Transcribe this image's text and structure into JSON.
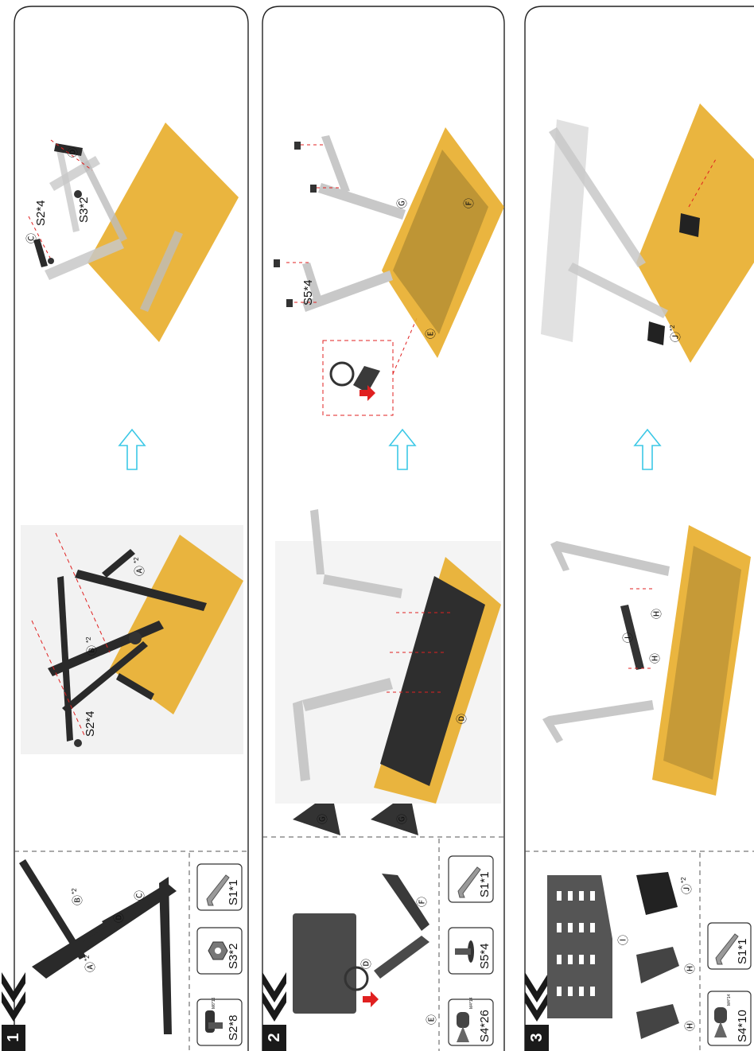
{
  "colors": {
    "panel_border": "#222222",
    "tabletop": "#e8ad2a",
    "frame_dark": "#2a2a2a",
    "frame_light": "#cfcfcf",
    "arrow_cyan": "#3cc8e6",
    "guide_red": "#e02020",
    "step_badge": "#1a1a1a"
  },
  "steps": [
    {
      "number": "1",
      "parts": [
        {
          "letter": "Ⓐ",
          "qty": "*2"
        },
        {
          "letter": "Ⓑ",
          "qty": "*2"
        },
        {
          "letter": "Ⓒ",
          "qty": ""
        },
        {
          "letter": "Ⓓ",
          "qty": ""
        }
      ],
      "hardware": [
        {
          "code": "S2*8",
          "spec": "M6*16",
          "icon": "bolt-icon"
        },
        {
          "code": "S3*2",
          "spec": "",
          "icon": "nut-icon"
        },
        {
          "code": "S1*1",
          "spec": "",
          "icon": "allen-key-icon"
        }
      ],
      "diagram_a": {
        "callouts": [
          "S2*4",
          "Ⓑ",
          "*2",
          "Ⓐ",
          "*2"
        ]
      },
      "diagram_b": {
        "callouts": [
          "Ⓒ",
          "S2*4",
          "Ⓓ",
          "S3*2"
        ]
      }
    },
    {
      "number": "2",
      "parts": [
        {
          "letter": "Ⓓ",
          "qty": ""
        },
        {
          "letter": "Ⓔ",
          "qty": ""
        },
        {
          "letter": "Ⓕ",
          "qty": ""
        },
        {
          "letter": "Ⓖ",
          "qty": ""
        },
        {
          "letter": "Ⓖ",
          "qty": ""
        }
      ],
      "hardware": [
        {
          "code": "S4*26",
          "spec": "M4*14",
          "icon": "wood-screw-icon"
        },
        {
          "code": "S5*4",
          "spec": "",
          "icon": "foot-pad-icon"
        },
        {
          "code": "S1*1",
          "spec": "",
          "icon": "allen-key-icon"
        }
      ],
      "diagram_a": {
        "callouts": [
          "Ⓓ"
        ]
      },
      "diagram_b": {
        "callouts": [
          "S5*4",
          "Ⓖ",
          "Ⓔ",
          "Ⓕ"
        ]
      }
    },
    {
      "number": "3",
      "parts": [
        {
          "letter": "Ⓘ",
          "qty": ""
        },
        {
          "letter": "Ⓙ",
          "qty": "*2"
        },
        {
          "letter": "Ⓗ",
          "qty": ""
        },
        {
          "letter": "Ⓗ",
          "qty": ""
        }
      ],
      "hardware": [
        {
          "code": "S4*10",
          "spec": "M4*14",
          "icon": "wood-screw-icon"
        },
        {
          "code": "S1*1",
          "spec": "",
          "icon": "allen-key-icon"
        }
      ],
      "diagram_a": {
        "callouts": [
          "Ⓘ",
          "Ⓗ",
          "Ⓗ"
        ]
      },
      "diagram_b": {
        "callouts": [
          "Ⓙ",
          "*2"
        ]
      }
    }
  ]
}
